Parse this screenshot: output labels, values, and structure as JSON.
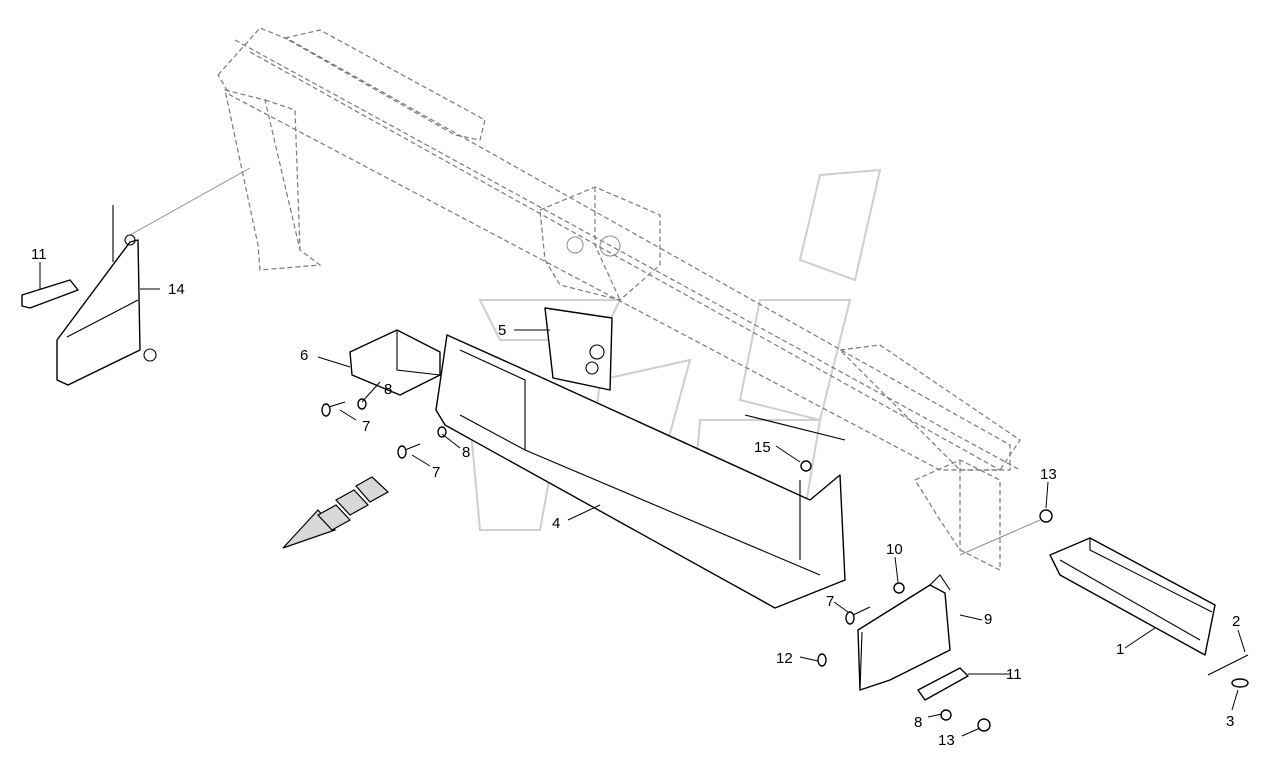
{
  "diagram": {
    "callouts": [
      {
        "id": "c1",
        "label": "1"
      },
      {
        "id": "c2",
        "label": "2"
      },
      {
        "id": "c3",
        "label": "3"
      },
      {
        "id": "c4",
        "label": "4"
      },
      {
        "id": "c5",
        "label": "5"
      },
      {
        "id": "c6",
        "label": "6"
      },
      {
        "id": "c7a",
        "label": "7"
      },
      {
        "id": "c7b",
        "label": "7"
      },
      {
        "id": "c7c",
        "label": "7"
      },
      {
        "id": "c8a",
        "label": "8"
      },
      {
        "id": "c8b",
        "label": "8"
      },
      {
        "id": "c8c",
        "label": "8"
      },
      {
        "id": "c9",
        "label": "9"
      },
      {
        "id": "c10",
        "label": "10"
      },
      {
        "id": "c11a",
        "label": "11"
      },
      {
        "id": "c11b",
        "label": "11"
      },
      {
        "id": "c12",
        "label": "12"
      },
      {
        "id": "c13a",
        "label": "13"
      },
      {
        "id": "c13b",
        "label": "13"
      },
      {
        "id": "c14",
        "label": "14"
      },
      {
        "id": "c15",
        "label": "15"
      }
    ]
  }
}
